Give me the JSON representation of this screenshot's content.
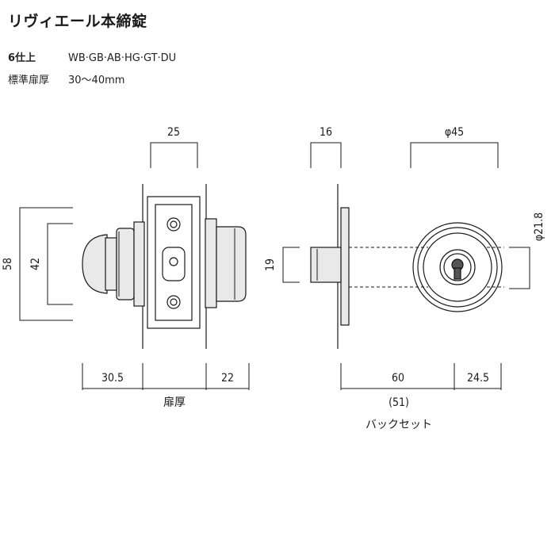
{
  "header": {
    "title": "リヴィエール本締錠",
    "finish_label": "6仕上",
    "finish_values": "WB·GB·AB·HG·GT·DU",
    "door_thickness_label": "標準扉厚",
    "door_thickness_value": "30～40mm"
  },
  "front_view": {
    "dim_top": "25",
    "dim_outer_height": "58",
    "dim_inner_height": "42",
    "dim_left": "30.5",
    "dim_right": "22",
    "door_label": "扉厚"
  },
  "side_view": {
    "dim_bolt_width": "16",
    "dim_bolt_height": "19",
    "dim_diameter_outer": "φ45",
    "dim_diameter_inner": "φ21.8",
    "dim_backset": "60",
    "dim_backset_alt": "(51)",
    "dim_right": "24.5",
    "backset_label": "バックセット"
  }
}
